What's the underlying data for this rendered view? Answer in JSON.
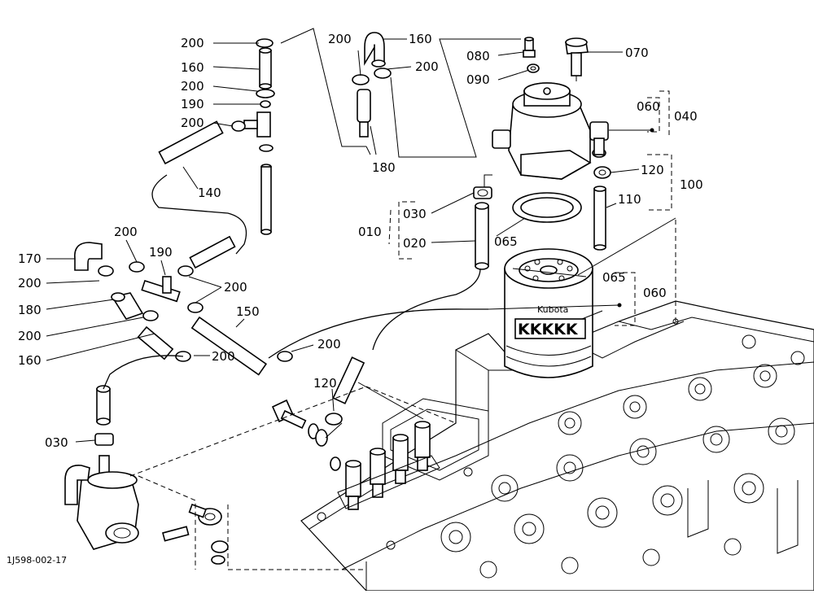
{
  "drawing": {
    "reference_code": "1J598-002-17",
    "brand_on_filter": "Kubota",
    "filter_pattern": "KKKKK",
    "callouts": {
      "c200_a": "200",
      "c160_a": "160",
      "c200_b": "200",
      "c190_a": "190",
      "c200_c": "200",
      "c200_d": "200",
      "c160_b": "160",
      "c200_e": "200",
      "c180_a": "180",
      "c080": "080",
      "c090": "090",
      "c070": "070",
      "c060_a": "060",
      "c040": "040",
      "c120_a": "120",
      "c100": "100",
      "c110": "110",
      "c140": "140",
      "c030_a": "030",
      "c010": "010",
      "c020": "020",
      "c065_a": "065",
      "c065_b": "065",
      "c060_b": "060",
      "c170": "170",
      "c200_f": "200",
      "c190_b": "190",
      "c200_g": "200",
      "c200_h": "200",
      "c180_b": "180",
      "c150": "150",
      "c200_i": "200",
      "c160_c": "160",
      "c200_j": "200",
      "c200_k": "200",
      "c120_b": "120",
      "c030_b": "030"
    }
  }
}
